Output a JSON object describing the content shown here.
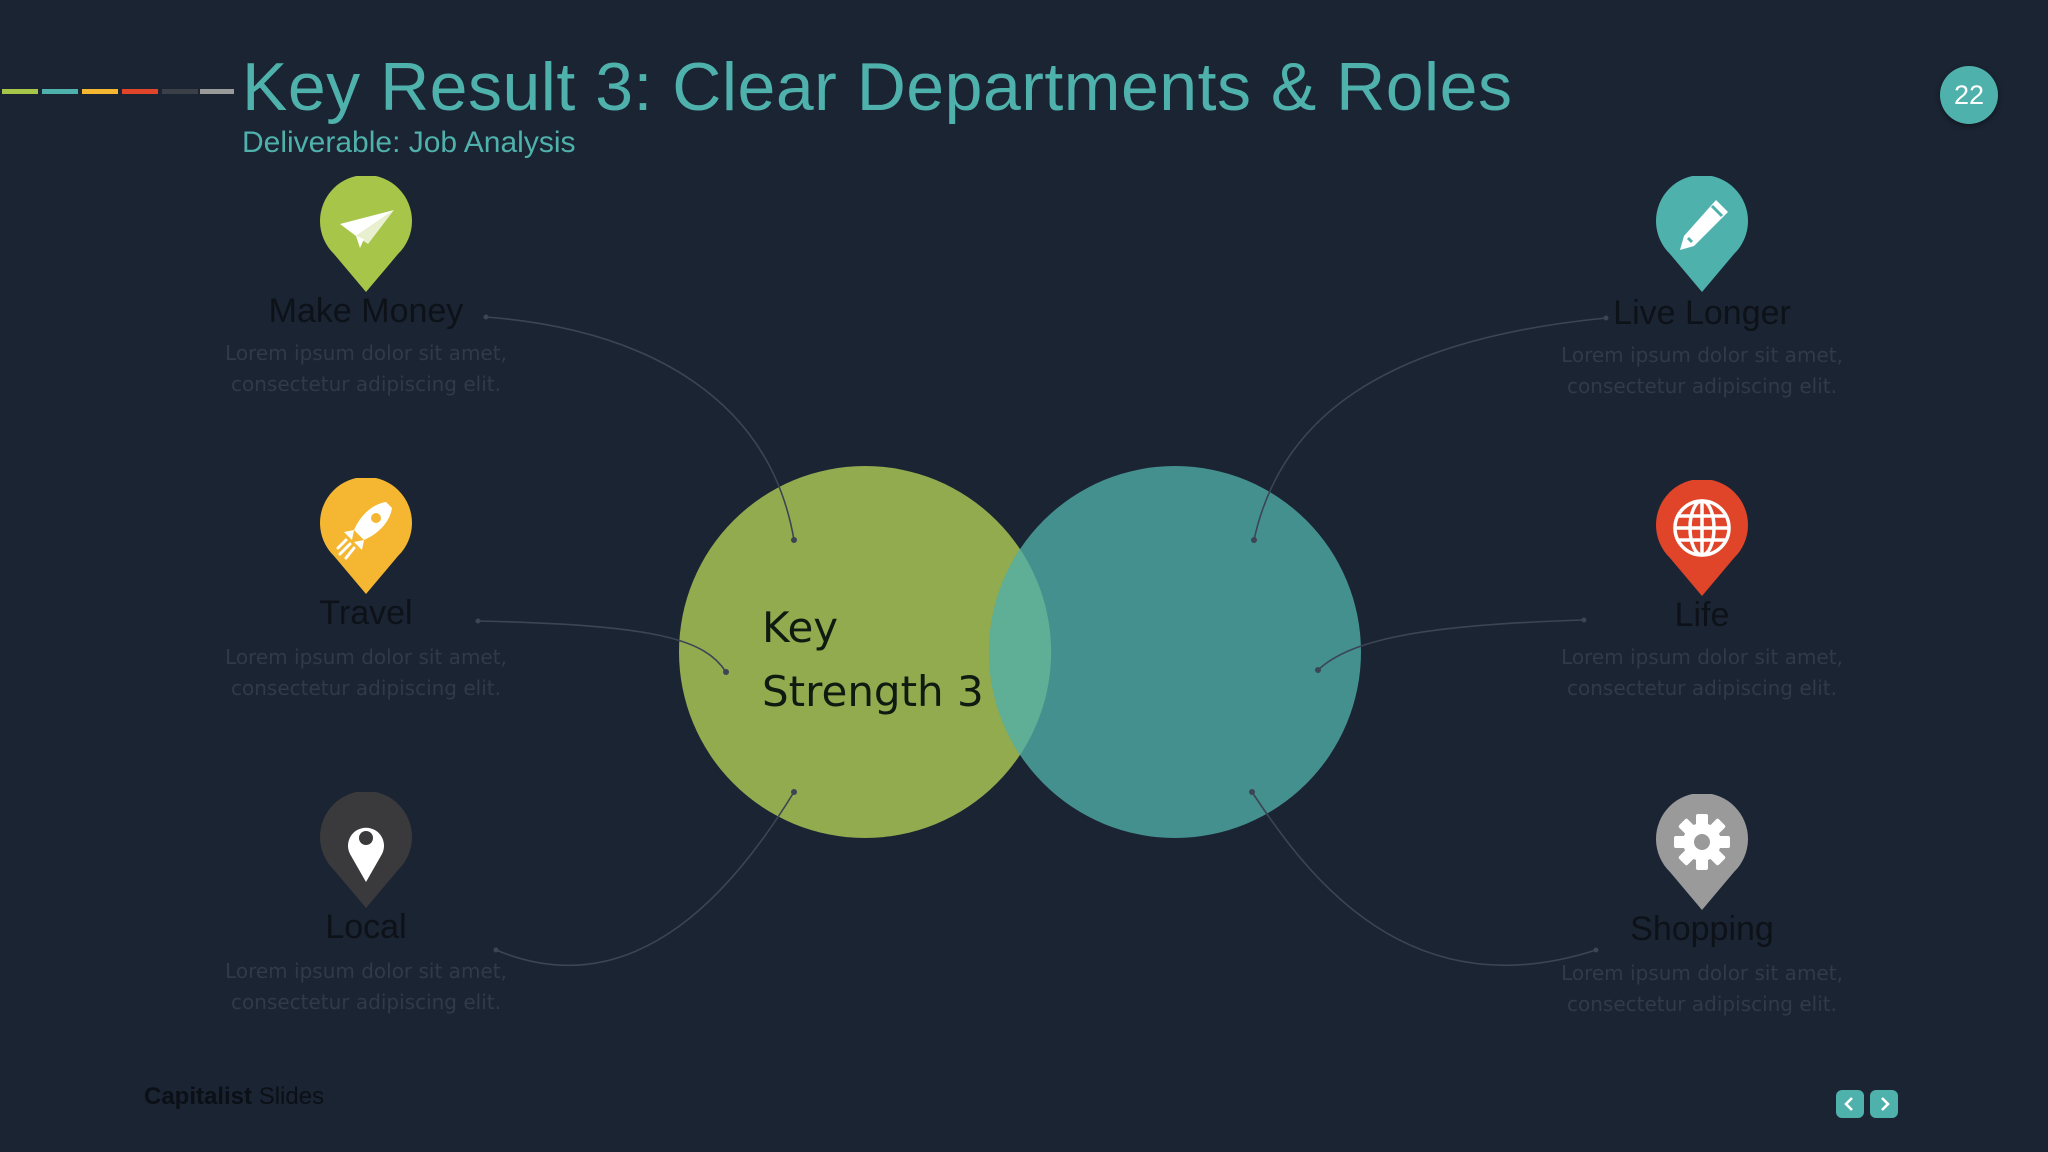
{
  "header": {
    "title": "Key Result 3: Clear Departments & Roles",
    "subtitle": "Deliverable: Job Analysis",
    "page_number": "22",
    "accent_colors": [
      "#a7c548",
      "#4fb1ac",
      "#f5b731",
      "#e0452a",
      "#3a3f48",
      "#9a9a9a"
    ]
  },
  "venn": {
    "label_line1": "Key",
    "label_line2": "Strength 3",
    "left_color": "#93ab4f",
    "right_color": "#44908f",
    "overlap_color": "#5eaf95"
  },
  "items": [
    {
      "title": "Make Money",
      "desc": "Lorem ipsum dolor sit amet, consectetur adipiscing elit.",
      "icon": "paper-plane-icon",
      "color": "#a7c548"
    },
    {
      "title": "Travel",
      "desc": "Lorem ipsum dolor sit amet, consectetur adipiscing elit.",
      "icon": "rocket-icon",
      "color": "#f5b731"
    },
    {
      "title": "Local",
      "desc": "Lorem ipsum dolor sit amet, consectetur adipiscing elit.",
      "icon": "map-marker-icon",
      "color": "#3a3a3c"
    },
    {
      "title": "Live Longer",
      "desc": "Lorem ipsum dolor sit amet, consectetur adipiscing elit.",
      "icon": "pencil-icon",
      "color": "#4fb1ac"
    },
    {
      "title": "Life",
      "desc": "Lorem ipsum dolor sit amet, consectetur adipiscing elit.",
      "icon": "globe-icon",
      "color": "#e0452a"
    },
    {
      "title": "Shopping",
      "desc": "Lorem ipsum dolor sit amet, consectetur adipiscing elit.",
      "icon": "gear-icon",
      "color": "#9a9a9a"
    }
  ],
  "footer": {
    "brand_bold": "Capitalist",
    "brand_light": " Slides"
  }
}
